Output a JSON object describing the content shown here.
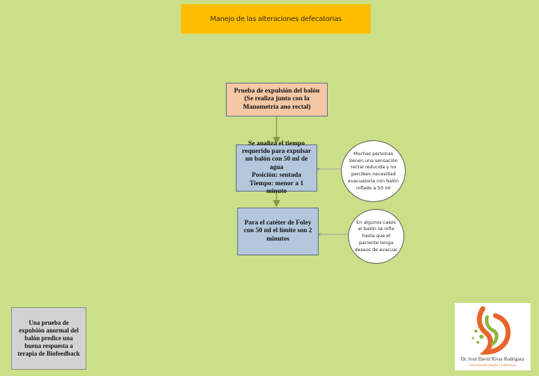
{
  "title": "Manejo de las alteraciones defecatorias",
  "boxes": {
    "box1": "Prueba de expulsión del balón\n(Se realiza junto con la Manometría ano rectal)",
    "box2": "Se analiza el tiempo requerido para expulsar un balón con 50 ml de agua\nPosición: sentada\nTiempo: menor a 1 minuto",
    "box3": "Para el catéter de Foley con 50 ml el límite son 2 minutos"
  },
  "notes": {
    "note1": "Muchas personas\ntienen una sensación\nrectal reducida y no\nperciben necesidad\nevacuatoria con balón\ninflado a 50 ml",
    "note2": "En algunos casos\nel balón se infla\nhasta que el\npaciente tenga\ndeseos de evacuar"
  },
  "side_note": "Una prueba de expulsión anormal del balón predice una buena respuesta a terapia de Biofeedback",
  "logo": {
    "name": "Dr. Ivan David Rivas Rodriguez",
    "subtitle": "Gastroenterología – Intestinos"
  },
  "colors": {
    "background": "#cbde88",
    "title_box": "#ffbd00",
    "box1": "#f4c7a5",
    "box2_box3": "#b4c7dc",
    "connector": "#7f9a3c",
    "logo_accent": "#e8652a",
    "logo_green": "#8db53c"
  }
}
